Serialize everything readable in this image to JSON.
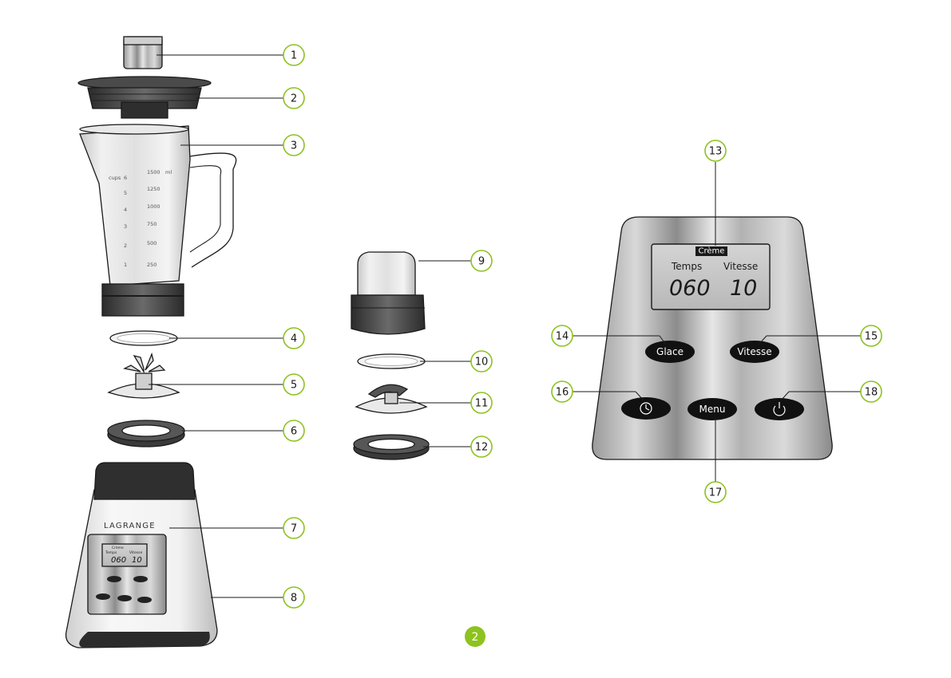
{
  "callouts": [
    "1",
    "2",
    "3",
    "4",
    "5",
    "6",
    "7",
    "8",
    "9",
    "10",
    "11",
    "12",
    "13",
    "14",
    "15",
    "16",
    "17",
    "18"
  ],
  "jug_scale": {
    "ml": [
      "1500",
      "1250",
      "1000",
      "750",
      "500",
      "250"
    ],
    "cups": [
      "6",
      "5",
      "4",
      "3",
      "2",
      "1"
    ],
    "unit": "ml",
    "cups_label": "cups"
  },
  "base": {
    "brand": "LAGRANGE",
    "lcd_mode": "Crème",
    "lcd_time_label": "Temps",
    "lcd_speed_label": "Vitesse",
    "lcd_time": "060",
    "lcd_speed": "10"
  },
  "panel": {
    "lcd_mode": "Crème",
    "time_label": "Temps",
    "speed_label": "Vitesse",
    "time_value": "060",
    "speed_value": "10",
    "btn_glace": "Glace",
    "btn_vitesse": "Vitesse",
    "btn_menu": "Menu",
    "timer_icon": "clock-icon",
    "power_icon": "power-icon"
  },
  "page_number": "2",
  "colors": {
    "accent_green": "#8dc21f",
    "outline": "#1a1a1a"
  }
}
